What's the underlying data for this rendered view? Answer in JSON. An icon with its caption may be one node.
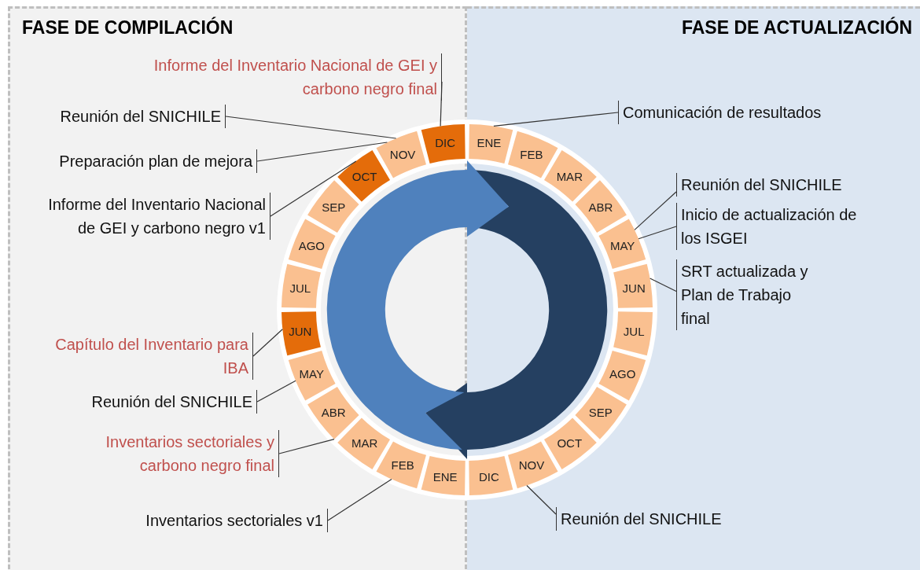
{
  "diagram": {
    "nodes": [
      {
        "text": [
          "FASE DE COMPILACIÓN"
        ]
      },
      {
        "text": [
          "FASE DE ACTUALIZACIÓN"
        ]
      },
      {
        "text": [
          "ENE"
        ],
        "in": 0
      },
      {
        "text": [
          "FEB"
        ],
        "in": 0
      },
      {
        "text": [
          "MAR"
        ],
        "in": 0
      },
      {
        "text": [
          "ABR"
        ],
        "in": 0
      },
      {
        "text": [
          "MAY"
        ],
        "in": 0
      },
      {
        "text": [
          "JUN"
        ],
        "in": 0
      },
      {
        "text": [
          "JUL"
        ],
        "in": 0
      },
      {
        "text": [
          "AGO"
        ],
        "in": 0
      },
      {
        "text": [
          "SEP"
        ],
        "in": 0
      },
      {
        "text": [
          "OCT"
        ],
        "in": 0
      },
      {
        "text": [
          "NOV"
        ],
        "in": 0
      },
      {
        "text": [
          "DIC"
        ],
        "in": 0
      },
      {
        "text": [
          "ENE"
        ],
        "in": 1
      },
      {
        "text": [
          "FEB"
        ],
        "in": 1
      },
      {
        "text": [
          "MAR"
        ],
        "in": 1
      },
      {
        "text": [
          "ABR"
        ],
        "in": 1
      },
      {
        "text": [
          "MAY"
        ],
        "in": 1
      },
      {
        "text": [
          "JUN"
        ],
        "in": 1
      },
      {
        "text": [
          "JUL"
        ],
        "in": 1
      },
      {
        "text": [
          "AGO"
        ],
        "in": 1
      },
      {
        "text": [
          "SEP"
        ],
        "in": 1
      },
      {
        "text": [
          "OCT"
        ],
        "in": 1
      },
      {
        "text": [
          "NOV"
        ],
        "in": 1
      },
      {
        "text": [
          "DIC"
        ],
        "in": 1
      },
      {
        "text": [
          "Informe del Inventario Nacional de GEI y carbono negro final"
        ],
        "in": 0
      },
      {
        "text": [
          "Reunión del SNICHILE"
        ],
        "in": 0
      },
      {
        "text": [
          "Preparación plan de mejora"
        ],
        "in": 0
      },
      {
        "text": [
          "Informe del Inventario Nacional de GEI y carbono negro v1"
        ],
        "in": 0
      },
      {
        "text": [
          "Capítulo del Inventario para IBA"
        ],
        "in": 0
      },
      {
        "text": [
          "Reunión del SNICHILE"
        ],
        "in": 0
      },
      {
        "text": [
          "Inventarios sectoriales y carbono negro final"
        ],
        "in": 0
      },
      {
        "text": [
          "Inventarios sectoriales v1"
        ],
        "in": 0
      },
      {
        "text": [
          "Comunicación de resultados"
        ],
        "in": 1
      },
      {
        "text": [
          "Reunión del SNICHILE"
        ],
        "in": 1
      },
      {
        "text": [
          "Inicio de actualización de los ISGEI"
        ],
        "in": 1
      },
      {
        "text": [
          "SRT actualizada y Plan de Trabajo final"
        ],
        "in": 1
      },
      {
        "text": [
          "Reunión del SNICHILE"
        ],
        "in": 1
      }
    ],
    "edges": [
      {
        "from": 26,
        "to": 13,
        "arrow": "none"
      },
      {
        "from": 27,
        "to": 12,
        "arrow": "none"
      },
      {
        "from": 28,
        "to": 12,
        "arrow": "none"
      },
      {
        "from": 29,
        "to": 11,
        "arrow": "none"
      },
      {
        "from": 30,
        "to": 7,
        "arrow": "none"
      },
      {
        "from": 31,
        "to": 6,
        "arrow": "none"
      },
      {
        "from": 32,
        "to": 5,
        "arrow": "none"
      },
      {
        "from": 33,
        "to": 3,
        "arrow": "none"
      },
      {
        "from": 34,
        "to": 14,
        "arrow": "none"
      },
      {
        "from": 35,
        "to": 18,
        "arrow": "none"
      },
      {
        "from": 36,
        "to": 18,
        "arrow": "none"
      },
      {
        "from": 37,
        "to": 19,
        "arrow": "none"
      },
      {
        "from": 38,
        "to": 24,
        "arrow": "none"
      }
    ]
  }
}
